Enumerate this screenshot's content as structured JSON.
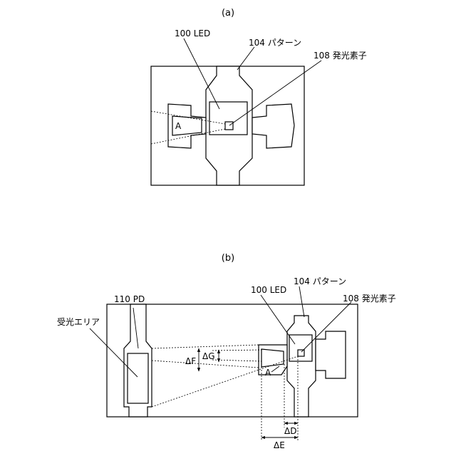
{
  "figure_a": {
    "caption": "(a)",
    "labels": {
      "led": "100 LED",
      "pattern": "104 パターン",
      "emitter": "108 発光素子",
      "area_a": "A"
    }
  },
  "figure_b": {
    "caption": "(b)",
    "labels": {
      "pd": "110 PD",
      "receiving_area": "受光エリア",
      "led": "100 LED",
      "pattern": "104 パターン",
      "emitter": "108 発光素子",
      "area_a": "A",
      "delta_f": "ΔF",
      "delta_g": "ΔG",
      "delta_d": "ΔD",
      "delta_e": "ΔE"
    }
  }
}
